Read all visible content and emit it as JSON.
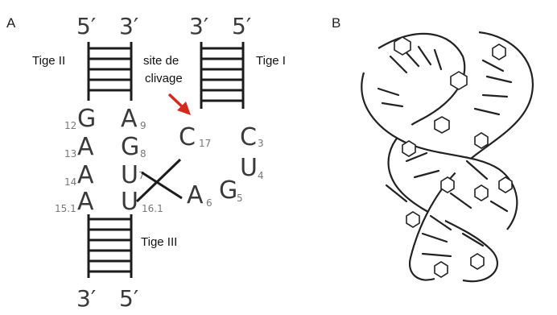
{
  "panels": {
    "a": "A",
    "b": "B"
  },
  "stems": {
    "tige1": "Tige I",
    "tige2": "Tige II",
    "tige3": "Tige III"
  },
  "cleavage": {
    "line1": "site de",
    "line2": "clivage",
    "arrow_color": "#d32a1e"
  },
  "ends": {
    "top_left_5": "5′",
    "top_left_3": "3′",
    "top_right_3": "3′",
    "top_right_5": "5′",
    "bottom_3": "3′",
    "bottom_5": "5′"
  },
  "nucleotides": {
    "g12": {
      "base": "G",
      "num": "12"
    },
    "a13": {
      "base": "A",
      "num": "13"
    },
    "a14": {
      "base": "A",
      "num": "14"
    },
    "a151": {
      "base": "A",
      "num": "15.1"
    },
    "a9": {
      "base": "A",
      "num": "9"
    },
    "g8": {
      "base": "G",
      "num": "8"
    },
    "u7": {
      "base": "U",
      "num": "7"
    },
    "u161": {
      "base": "U",
      "num": "16.1"
    },
    "c17": {
      "base": "C",
      "num": "17"
    },
    "c3": {
      "base": "C",
      "num": "3"
    },
    "u4": {
      "base": "U",
      "num": "4"
    },
    "a6": {
      "base": "A",
      "num": "6"
    },
    "g5": {
      "base": "G",
      "num": "5"
    }
  }
}
